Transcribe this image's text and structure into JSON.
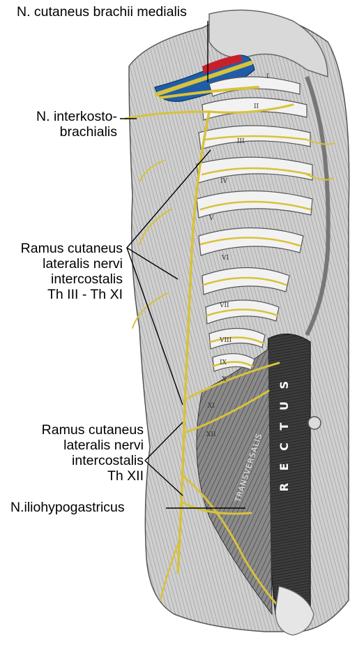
{
  "labels": {
    "brachii": [
      "N. cutaneus brachii medialis"
    ],
    "interkostobrachialis": [
      "N. interkosto-",
      "brachialis"
    ],
    "ramus_upper": [
      "Ramus cutaneus",
      "lateralis nervi",
      "intercostalis",
      "Th III - Th XI"
    ],
    "ramus_lower": [
      "Ramus cutaneus",
      "lateralis nervi",
      "intercostalis",
      "Th XII"
    ],
    "iliohypogastricus": [
      "N.iliohypogastricus"
    ]
  },
  "rib_numerals": [
    "I",
    "II",
    "III",
    "IV",
    "V",
    "VI",
    "VII",
    "VIII",
    "IX",
    "X",
    "XI",
    "XII"
  ],
  "muscle_labels": {
    "rectus": "R E C T U S",
    "transversalis": "TRANSVERSALIS"
  },
  "colors": {
    "nerve": "#d8c23a",
    "artery": "#c8202a",
    "vein": "#1f5da8",
    "muscle": "#5a5a5a",
    "bone": "#f2f2f2",
    "leader": "#000000"
  }
}
